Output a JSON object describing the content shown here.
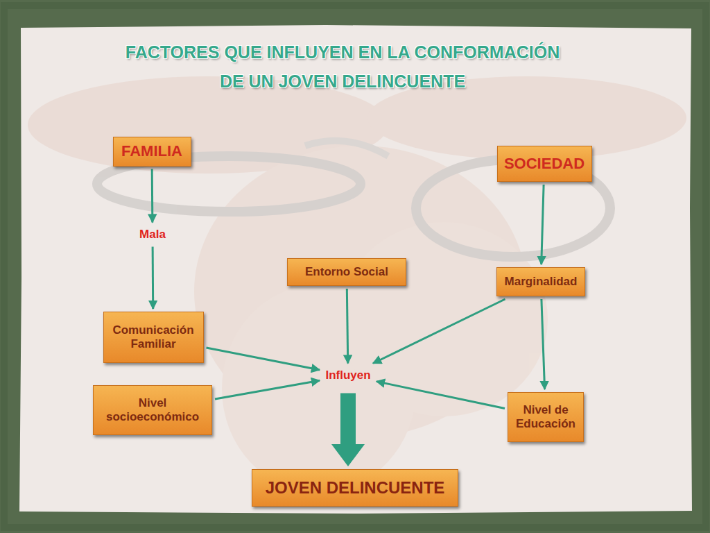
{
  "diagram": {
    "title": "FACTORES QUE INFLUYEN EN LA CONFORMACIÓN DE UN JOVEN DELINCUENTE",
    "nodes": [
      {
        "text": [
          "FAMILIA"
        ]
      },
      {
        "text": [
          "SOCIEDAD"
        ]
      },
      {
        "text": [
          "Mala"
        ]
      },
      {
        "text": [
          "Entorno Social"
        ]
      },
      {
        "text": [
          "Marginalidad"
        ]
      },
      {
        "text": [
          "Comunicación Familiar"
        ]
      },
      {
        "text": [
          "Influyen"
        ]
      },
      {
        "text": [
          "Nivel socioeconómico"
        ]
      },
      {
        "text": [
          "Nivel de Educación"
        ]
      },
      {
        "text": [
          "JOVEN DELINCUENTE"
        ]
      }
    ],
    "edges": [
      {
        "from": 0,
        "to": 2,
        "arrow": "to"
      },
      {
        "from": 2,
        "to": 5,
        "arrow": "to"
      },
      {
        "from": 1,
        "to": 4,
        "arrow": "to"
      },
      {
        "from": 4,
        "to": 8,
        "arrow": "to"
      },
      {
        "from": 3,
        "to": 6,
        "arrow": "to"
      },
      {
        "from": 4,
        "to": 6,
        "arrow": "to"
      },
      {
        "from": 5,
        "to": 6,
        "arrow": "to"
      },
      {
        "from": 7,
        "to": 6,
        "arrow": "to"
      },
      {
        "from": 8,
        "to": 6,
        "arrow": "to"
      },
      {
        "from": 6,
        "to": 9,
        "arrow": "to"
      }
    ]
  }
}
